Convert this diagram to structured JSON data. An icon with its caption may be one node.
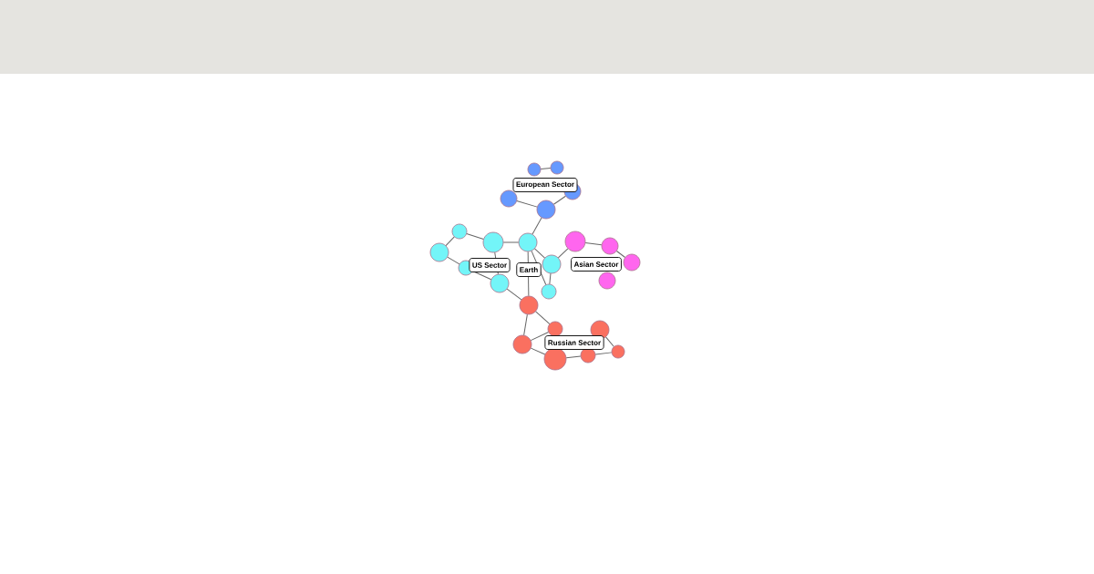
{
  "diagram": {
    "nodes": [
      {
        "text": [],
        "shape": "circle"
      },
      {
        "text": [],
        "shape": "circle"
      },
      {
        "text": [],
        "shape": "circle"
      },
      {
        "text": [],
        "shape": "circle"
      },
      {
        "text": [],
        "shape": "circle"
      },
      {
        "text": [],
        "shape": "circle"
      },
      {
        "text": [],
        "shape": "circle"
      },
      {
        "text": [],
        "shape": "circle"
      },
      {
        "text": [],
        "shape": "circle"
      },
      {
        "text": [],
        "shape": "circle"
      },
      {
        "text": [],
        "shape": "circle"
      },
      {
        "text": [],
        "shape": "circle"
      },
      {
        "text": [],
        "shape": "circle"
      },
      {
        "text": [],
        "shape": "circle"
      },
      {
        "text": [],
        "shape": "circle"
      },
      {
        "text": [],
        "shape": "circle"
      },
      {
        "text": [],
        "shape": "circle"
      },
      {
        "text": [],
        "shape": "circle"
      },
      {
        "text": [],
        "shape": "circle"
      },
      {
        "text": [],
        "shape": "circle"
      },
      {
        "text": [],
        "shape": "circle"
      },
      {
        "text": [],
        "shape": "circle"
      },
      {
        "text": [],
        "shape": "circle"
      },
      {
        "text": [],
        "shape": "circle"
      },
      {
        "text": [
          "European Sector"
        ]
      },
      {
        "text": [
          "US Sector"
        ]
      },
      {
        "text": [
          "Earth"
        ]
      },
      {
        "text": [
          "Asian Sector"
        ]
      },
      {
        "text": [
          "Russian Sector"
        ]
      }
    ],
    "edges": [
      {
        "from": 0,
        "to": 1,
        "arrow": "none"
      },
      {
        "from": 3,
        "to": 4,
        "arrow": "none"
      },
      {
        "from": 4,
        "to": 2,
        "arrow": "none"
      },
      {
        "from": 4,
        "to": 7,
        "arrow": "none"
      },
      {
        "from": 5,
        "to": 6,
        "arrow": "none"
      },
      {
        "from": 6,
        "to": 7,
        "arrow": "none"
      },
      {
        "from": 5,
        "to": 8,
        "arrow": "none"
      },
      {
        "from": 8,
        "to": 9,
        "arrow": "none"
      },
      {
        "from": 9,
        "to": 11,
        "arrow": "none"
      },
      {
        "from": 6,
        "to": 11,
        "arrow": "none"
      },
      {
        "from": 7,
        "to": 10,
        "arrow": "none"
      },
      {
        "from": 7,
        "to": 17,
        "arrow": "none"
      },
      {
        "from": 10,
        "to": 12,
        "arrow": "none"
      },
      {
        "from": 7,
        "to": 12,
        "arrow": "none"
      },
      {
        "from": 10,
        "to": 13,
        "arrow": "none"
      },
      {
        "from": 13,
        "to": 14,
        "arrow": "none"
      },
      {
        "from": 14,
        "to": 15,
        "arrow": "none"
      },
      {
        "from": 11,
        "to": 17,
        "arrow": "none"
      },
      {
        "from": 17,
        "to": 18,
        "arrow": "none"
      },
      {
        "from": 17,
        "to": 20,
        "arrow": "none"
      },
      {
        "from": 20,
        "to": 18,
        "arrow": "none"
      },
      {
        "from": 20,
        "to": 21,
        "arrow": "none"
      },
      {
        "from": 21,
        "to": 22,
        "arrow": "none"
      },
      {
        "from": 22,
        "to": 23,
        "arrow": "none"
      },
      {
        "from": 19,
        "to": 23,
        "arrow": "none"
      }
    ]
  }
}
